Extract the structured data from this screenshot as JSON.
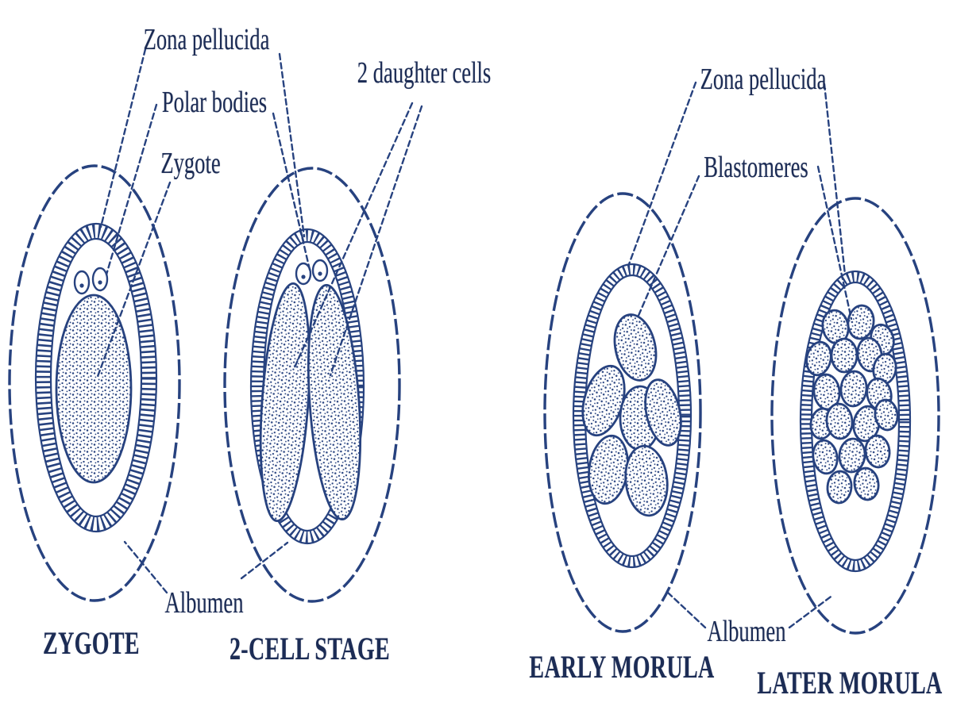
{
  "figure": {
    "background": "#ffffff",
    "ink": "#27427f",
    "text_color": "#1c2c55",
    "labels": {
      "zona_pellucida_left": "Zona pellucida",
      "polar_bodies": "Polar bodies",
      "zygote": "Zygote",
      "daughter_cells": "2 daughter cells",
      "albumen_left": "Albumen",
      "zona_pellucida_right": "Zona pellucida",
      "blastomeres": "Blastomeres",
      "albumen_right": "Albumen"
    },
    "stage_captions": {
      "zygote": "ZYGOTE",
      "two_cell": "2-CELL STAGE",
      "early_morula": "EARLY MORULA",
      "later_morula": "LATER MORULA"
    },
    "stages": [
      {
        "caption": "ZYGOTE",
        "labeled_parts": [
          "Zona pellucida",
          "Polar bodies",
          "Zygote",
          "Albumen"
        ]
      },
      {
        "caption": "2-CELL STAGE",
        "labeled_parts": [
          "Zona pellucida",
          "Polar bodies",
          "2 daughter cells",
          "Albumen"
        ]
      },
      {
        "caption": "EARLY MORULA",
        "labeled_parts": [
          "Zona pellucida",
          "Blastomeres",
          "Albumen"
        ]
      },
      {
        "caption": "LATER MORULA",
        "labeled_parts": [
          "Zona pellucida",
          "Blastomeres",
          "Albumen"
        ]
      }
    ]
  }
}
